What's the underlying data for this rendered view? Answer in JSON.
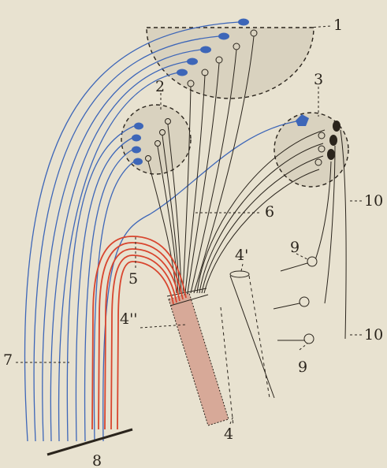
{
  "colors": {
    "paper": "#e8e2d0",
    "ink": "#2a241c",
    "blue": "#3d66b8",
    "red": "#d8452e",
    "stipple": "#c97a6a"
  },
  "labels": {
    "l1": "1",
    "l2": "2",
    "l3": "3",
    "l4": "4",
    "l4p": "4'",
    "l4pp": "4''",
    "l5": "5",
    "l6": "6",
    "l7": "7",
    "l8": "8",
    "l9a": "9",
    "l9b": "9",
    "l10a": "10",
    "l10b": "10"
  }
}
